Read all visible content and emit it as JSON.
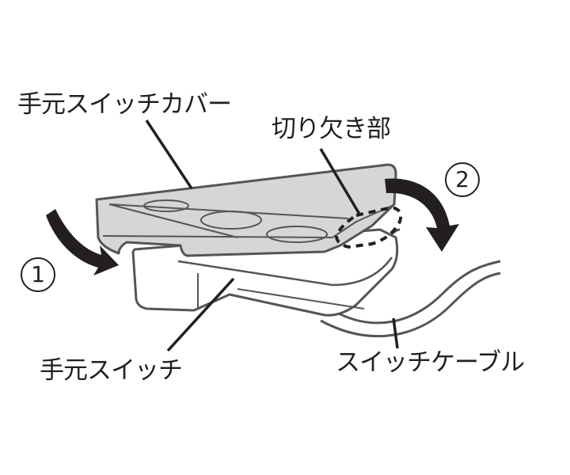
{
  "labels": {
    "cover": "手元スイッチカバー",
    "notch": "切り欠き部",
    "switch": "手元スイッチ",
    "cable": "スイッチケーブル"
  },
  "steps": {
    "step1": "1",
    "step2": "2"
  },
  "colors": {
    "cover_fill": "#d6d6d6",
    "outline": "#555555",
    "ink": "#231f20"
  }
}
